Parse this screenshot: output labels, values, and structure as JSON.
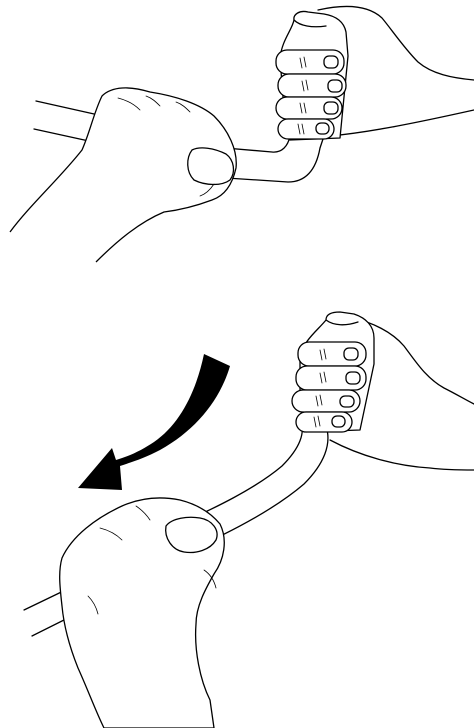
{
  "figure": {
    "panels": [
      {
        "name": "before-bend"
      },
      {
        "name": "after-bend"
      }
    ],
    "arrow": {
      "color": "#000000",
      "direction": "down-left"
    }
  }
}
